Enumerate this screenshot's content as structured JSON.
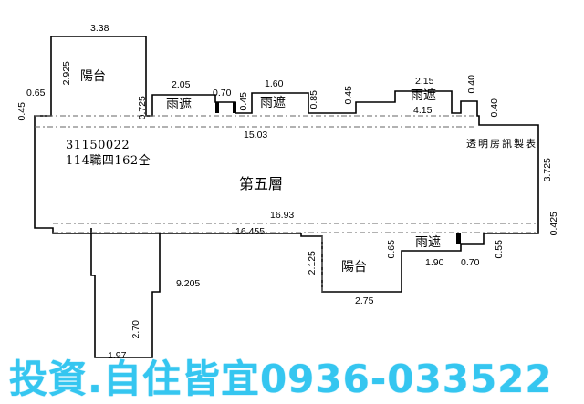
{
  "floor_label": "第五層",
  "building_code": "31150022",
  "lot_number": "114職四162仝",
  "source_label": "透明房訊製表",
  "rooms": {
    "balcony_top": "陽台",
    "balcony_bottom": "陽台",
    "canopy_1": "雨遮",
    "canopy_2": "雨遮",
    "canopy_3": "雨遮",
    "canopy_4": "雨遮"
  },
  "dimensions": {
    "d_3_38": "3.38",
    "d_2_925": "2.925",
    "d_0_65_left": "0.65",
    "d_0_45_left": "0.45",
    "d_0_725": "0.725",
    "d_2_05": "2.05",
    "d_0_70_top": "0.70",
    "d_0_45_a": "0.45",
    "d_1_60": "1.60",
    "d_0_85": "0.85",
    "d_0_45_b": "0.45",
    "d_2_15": "2.15",
    "d_0_40_a": "0.40",
    "d_4_15": "4.15",
    "d_0_40_b": "0.40",
    "d_15_03": "15.03",
    "d_3_725": "3.725",
    "d_16_93": "16.93",
    "d_0_425": "0.425",
    "d_16_455": "16.455",
    "d_2_125": "2.125",
    "d_0_65_right": "0.65",
    "d_0_55": "0.55",
    "d_1_90": "1.90",
    "d_0_70_bottom": "0.70",
    "d_9_205": "9.205",
    "d_2_75": "2.75",
    "d_2_70": "2.70",
    "d_1_97": "1.97"
  },
  "watermark": "投資.自住皆宜0936-033522"
}
